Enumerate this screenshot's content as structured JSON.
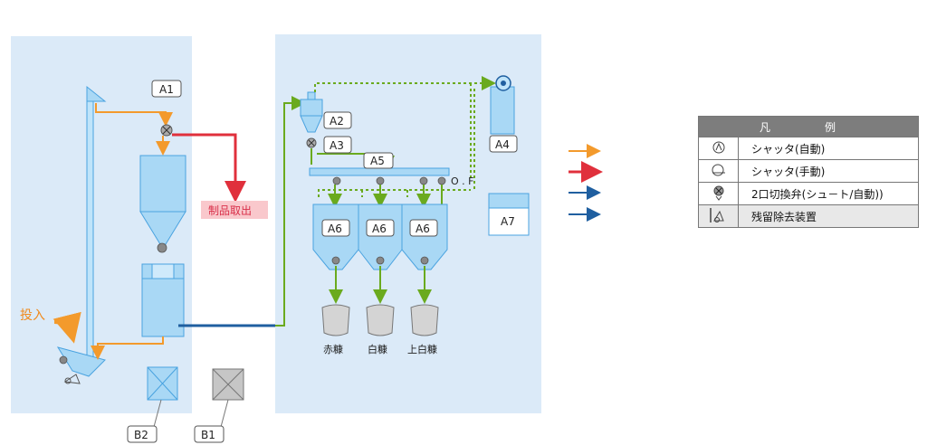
{
  "tags": {
    "a1": "A1",
    "a2": "A2",
    "a3": "A3",
    "a4": "A4",
    "a5": "A5",
    "a6_1": "A6",
    "a6_2": "A6",
    "a6_3": "A6",
    "a7": "A7",
    "b1": "B1",
    "b2": "B2"
  },
  "labels": {
    "product_out": "制品取出",
    "input": "投入",
    "bag_1": "赤糠",
    "bag_2": "白糠",
    "bag_3": "上白糠",
    "of_mark": "O . F"
  },
  "legend": {
    "title": "凡　例",
    "items": [
      {
        "icon": "shutter-auto-icon",
        "label": "シャッタ(自動)"
      },
      {
        "icon": "shutter-manual-icon",
        "label": "シャッタ(手動)"
      },
      {
        "icon": "two-way-valve-icon",
        "label": "2口切換弁(シュ－ト/自動))"
      },
      {
        "icon": "residue-remover-icon",
        "label": "残留除去装置"
      }
    ]
  },
  "line_legend": [
    {
      "color": "#f39a2c"
    },
    {
      "color": "#e0303c"
    },
    {
      "color": "#1f5fa0"
    },
    {
      "color": "#1f5fa0"
    }
  ],
  "colors": {
    "panel": "#dbeaf8",
    "equipment": "#a9d8f5",
    "equipment_stroke": "#4aa3e0",
    "orange": "#f39a2c",
    "red": "#e0303c",
    "green": "#6aaa1e",
    "dark_blue": "#1f5fa0"
  }
}
